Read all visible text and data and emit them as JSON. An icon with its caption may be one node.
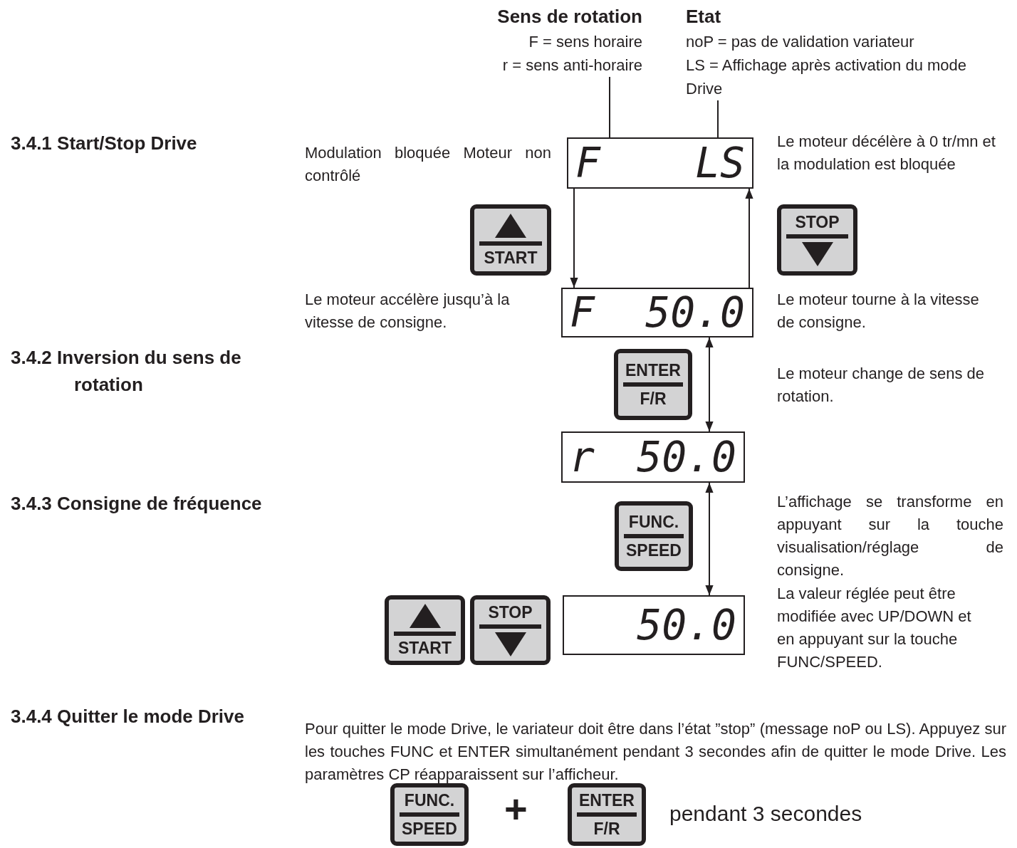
{
  "diagram": {
    "nodes": [
      {
        "text": [
          "Sens de rotation",
          "F = sens horaire",
          "r = sens anti-horaire"
        ]
      },
      {
        "text": [
          "Etat",
          "noP = pas de validation variateur",
          "LS = Affichage après activation du mode Drive"
        ]
      },
      {
        "text": [
          "F",
          "LS"
        ]
      },
      {
        "text": [
          "START"
        ]
      },
      {
        "text": [
          "STOP"
        ]
      },
      {
        "text": [
          "F",
          "50.0"
        ]
      },
      {
        "text": [
          "ENTER",
          "F/R"
        ]
      },
      {
        "text": [
          "r",
          "50.0"
        ]
      },
      {
        "text": [
          "FUNC.",
          "SPEED"
        ]
      },
      {
        "text": [
          "START"
        ]
      },
      {
        "text": [
          "STOP"
        ]
      },
      {
        "text": [
          "50.0"
        ]
      },
      {
        "text": [
          "FUNC.",
          "SPEED"
        ]
      },
      {
        "text": [
          "ENTER",
          "F/R"
        ]
      }
    ],
    "edges": [
      {
        "from": 0,
        "to": 2,
        "arrow": "none"
      },
      {
        "from": 1,
        "to": 2,
        "arrow": "none"
      },
      {
        "from": 2,
        "to": 5,
        "arrow": "to"
      },
      {
        "from": 5,
        "to": 2,
        "arrow": "to"
      },
      {
        "from": 5,
        "to": 7,
        "arrow": "both"
      },
      {
        "from": 7,
        "to": 11,
        "arrow": "both"
      }
    ],
    "labels": [
      "3.4.1 Start/Stop Drive",
      "Modulation bloquée Moteur non contrôlé",
      "Le moteur décélère à 0 tr/mn et la modulation est bloquée",
      "Le moteur accélère jusqu’à la vitesse de consigne.",
      "Le moteur tourne à la vitesse de consigne.",
      "3.4.2 Inversion du sens de rotation",
      "Le moteur change de sens de rotation.",
      "3.4.3 Consigne de fréquence",
      "L’affichage se transforme en appuyant sur la touche visualisation/réglage de consigne.",
      "La valeur réglée peut être modifiée avec UP/DOWN et en appuyant sur la touche FUNC/SPEED.",
      "3.4.4 Quitter le mode Drive",
      "Pour quitter le mode Drive, le variateur doit être dans l’état ”stop” (message noP ou LS). Appuyez sur les touches FUNC et ENTER simultanément pendant 3 secondes afin de quitter le mode Drive. Les paramètres CP réapparaissent sur l’afficheur.",
      "+",
      "pendant 3 secondes"
    ]
  }
}
